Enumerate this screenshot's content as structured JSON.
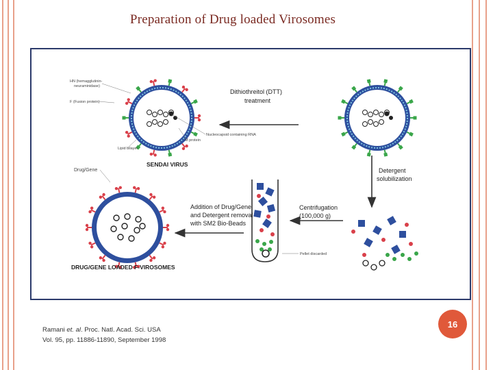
{
  "slide": {
    "title": "Preparation of Drug loaded Virosomes",
    "page_number": "16",
    "accent_color": "#e8a08a",
    "badge_color": "#e0593a"
  },
  "citation": {
    "authors": "Ramani ",
    "etal": "et. al",
    "journal": ". Proc. Natl. Acad. Sci. USA",
    "volume": "Vol. 95, pp. 11886-11890, September 1998"
  },
  "diagram": {
    "labels": {
      "hn": "HN (hemagglutinin-",
      "hn2": "neuraminidase)",
      "f_protein": "F (Fusion protein)",
      "lipid_bilayer": "Lipid bilayer",
      "m_protein": "M protein",
      "nucleocapsid": "Nucleocapsid containing RNA",
      "dtt1": "Dithiothreitol (DTT)",
      "dtt2": "treatment",
      "sendai": "SENDAI VIRUS",
      "detergent1": "Detergent",
      "detergent2": "solubilization",
      "drug_gene": "Drug/Gene",
      "addition1": "Addition of Drug/Gene",
      "addition2": "and Detergent removal",
      "addition3": "with  SM2 Bio-Beads",
      "centrifugation1": "Centrifugation",
      "centrifugation2": "(100,000 g)",
      "pellet": "Pellet discarded",
      "loaded": "DRUG/GENE  LOADED F-VIROSOMES"
    },
    "colors": {
      "envelope": "#2e4f9e",
      "inner_ring": "#7ec3e0",
      "hn_spike": "#d9404a",
      "f_spike": "#3aa64a",
      "outline": "#2b3a6b"
    }
  }
}
